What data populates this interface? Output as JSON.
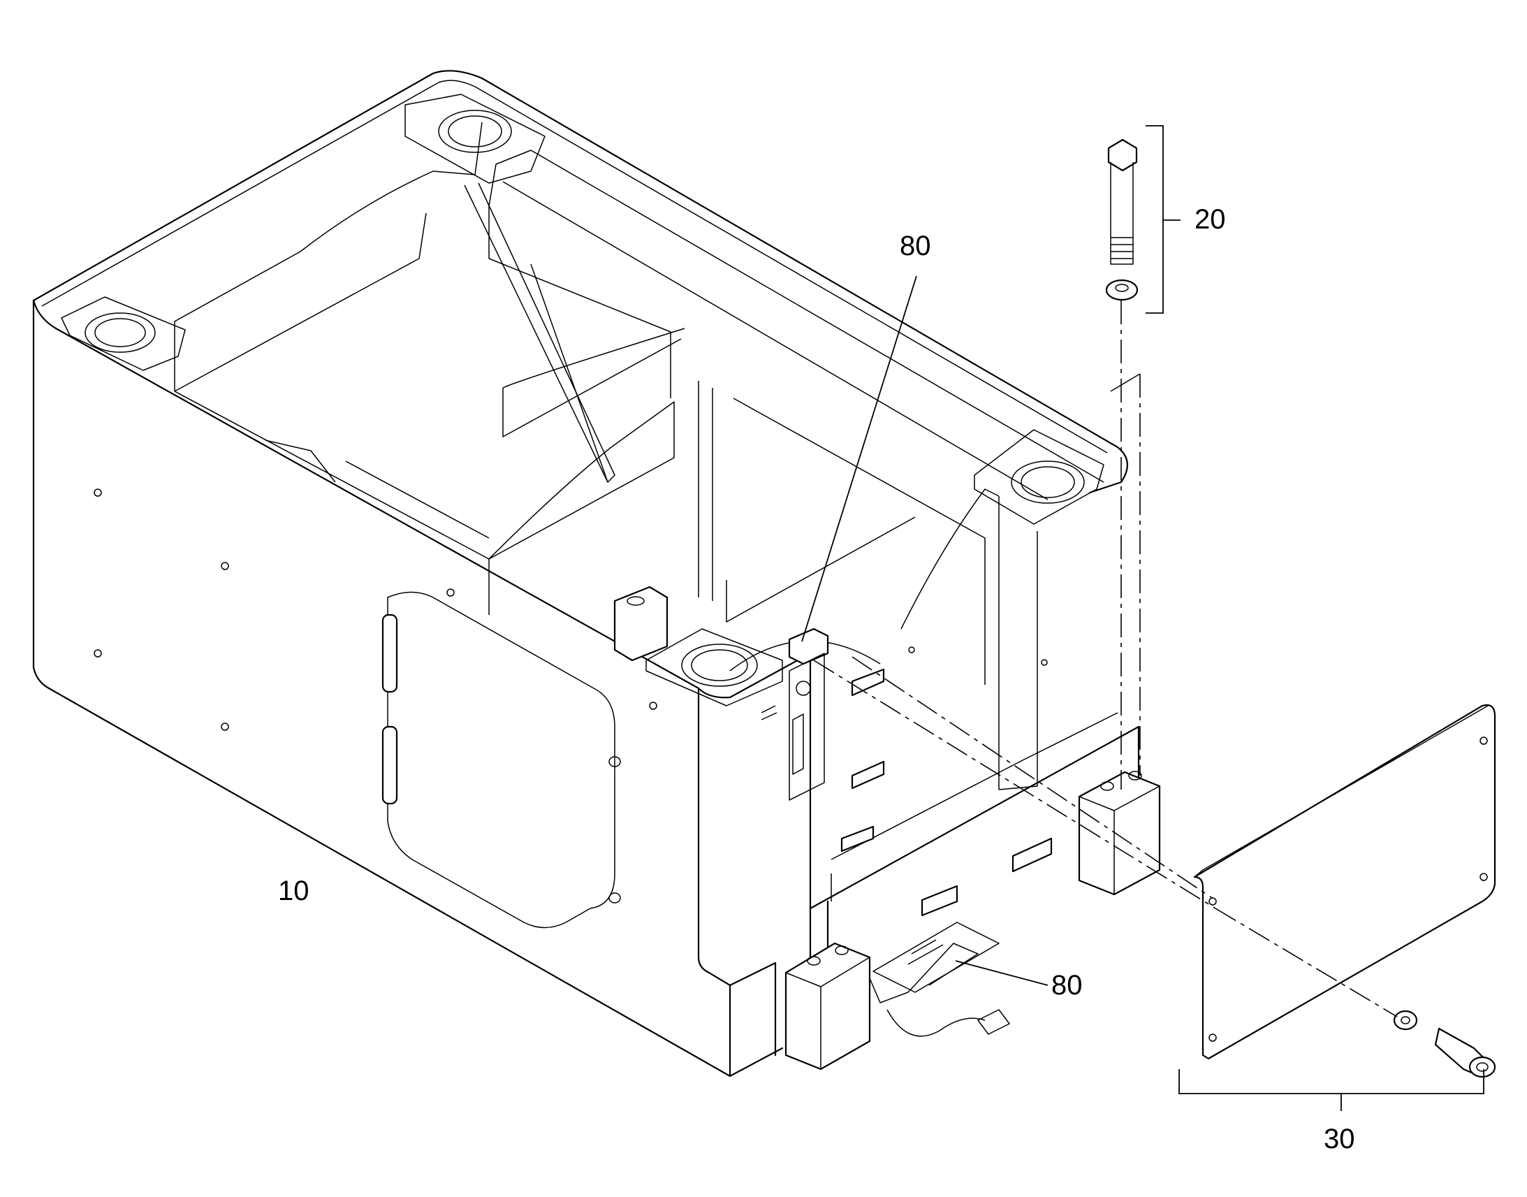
{
  "callouts": {
    "c10": "10",
    "c20": "20",
    "c30": "30",
    "c80_upper": "80",
    "c80_lower": "80"
  },
  "colors": {
    "line": "#000000",
    "background": "#ffffff"
  }
}
